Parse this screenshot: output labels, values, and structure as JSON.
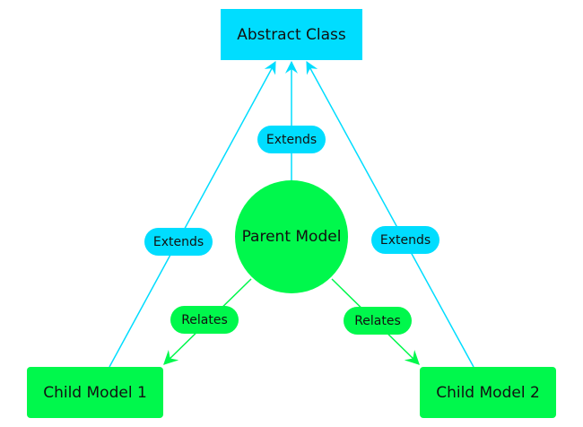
{
  "colors": {
    "abstract": "#00ddff",
    "model": "#00f84c",
    "extends_edge": "#00ddff",
    "relates_edge": "#00f84c"
  },
  "nodes": {
    "abstract_class": "Abstract Class",
    "parent_model": "Parent Model",
    "child_model_1": "Child Model 1",
    "child_model_2": "Child Model 2"
  },
  "edges": {
    "extends_left": "Extends",
    "extends_center": "Extends",
    "extends_right": "Extends",
    "relates_left": "Relates",
    "relates_right": "Relates"
  }
}
